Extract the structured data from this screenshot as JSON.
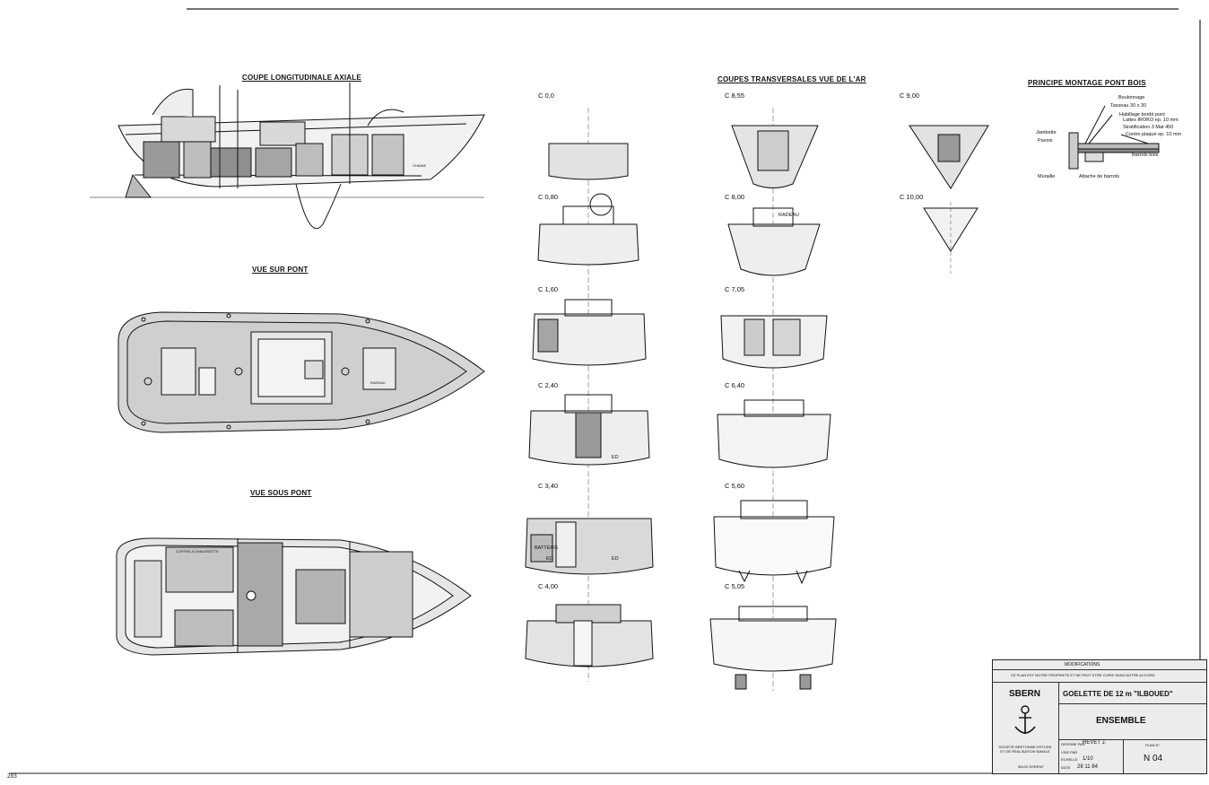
{
  "views": {
    "coupe_longitudinale": "COUPE LONGITUDINALE AXIALE",
    "vue_sur_pont": "VUE SUR PONT",
    "vue_sous_pont": "VUE SOUS PONT",
    "coupes_transversales": "COUPES TRANSVERSALES VUE DE L'AR",
    "principe_montage": "PRINCIPE MONTAGE PONT BOIS"
  },
  "sections_col1": [
    "C 0,0",
    "C 0,80",
    "C 1,60",
    "C 2,40",
    "C 3,40",
    "C 4,00"
  ],
  "sections_col2": [
    "C 8,55",
    "C 8,00",
    "C 7,05",
    "C 6,40",
    "C 5,60",
    "C 5,05"
  ],
  "sections_col3": [
    "C 9,00",
    "C 10,00"
  ],
  "detail_labels": {
    "boulonnage": "Boulonnage",
    "tasseau": "Tasseau 30 x 30",
    "habillage": "Habillage bordé pont",
    "lattes": "Lattes IROKO ep. 10 mm",
    "stratification": "Stratification 3 Mat 450",
    "contreplaque": "Contre plaqué ep. 10 mm",
    "jambette": "Jambette",
    "pavois": "Pavois",
    "barrots": "Barrots bois",
    "muraille": "Muraille",
    "attache": "Attache de barrots"
  },
  "plan_labels": {
    "radeau": "RADEAU",
    "batterie": "BATTERIE",
    "ed": "ED",
    "eo": "EO",
    "coffre": "COFFRE A CHAUSSETTE",
    "chaine": "CHAINE"
  },
  "title_block": {
    "header": "MODIFICATIONS",
    "notice": "CE PLAN EST NOTRE PROPRIETE ET NE PEUT ETRE COPIE SANS NOTRE ACCORD",
    "company": "SBERN",
    "company_desc": "SOCIETE BRETONNE D'ETUDE ET DE REALISATION NAVALE",
    "address": "56120 SORENT",
    "project": "GOELETTE DE 12 m \"ILBOUED\"",
    "drawing": "ENSEMBLE",
    "dessine_label": "DESSINE PAR",
    "dessine_value": "REVET J.",
    "vise_label": "VISE PAR",
    "echelle_label": "ECHELLE",
    "echelle_value": "1/10",
    "date_label": "DATE",
    "date_value": "28 11 84",
    "plan_label": "PLAN N°",
    "plan_value": "N 04"
  },
  "page_number": "283",
  "colors": {
    "ink": "#111111",
    "shade": "#9a9a9a",
    "deck": "#cfcfcf",
    "block": "#ececec"
  }
}
